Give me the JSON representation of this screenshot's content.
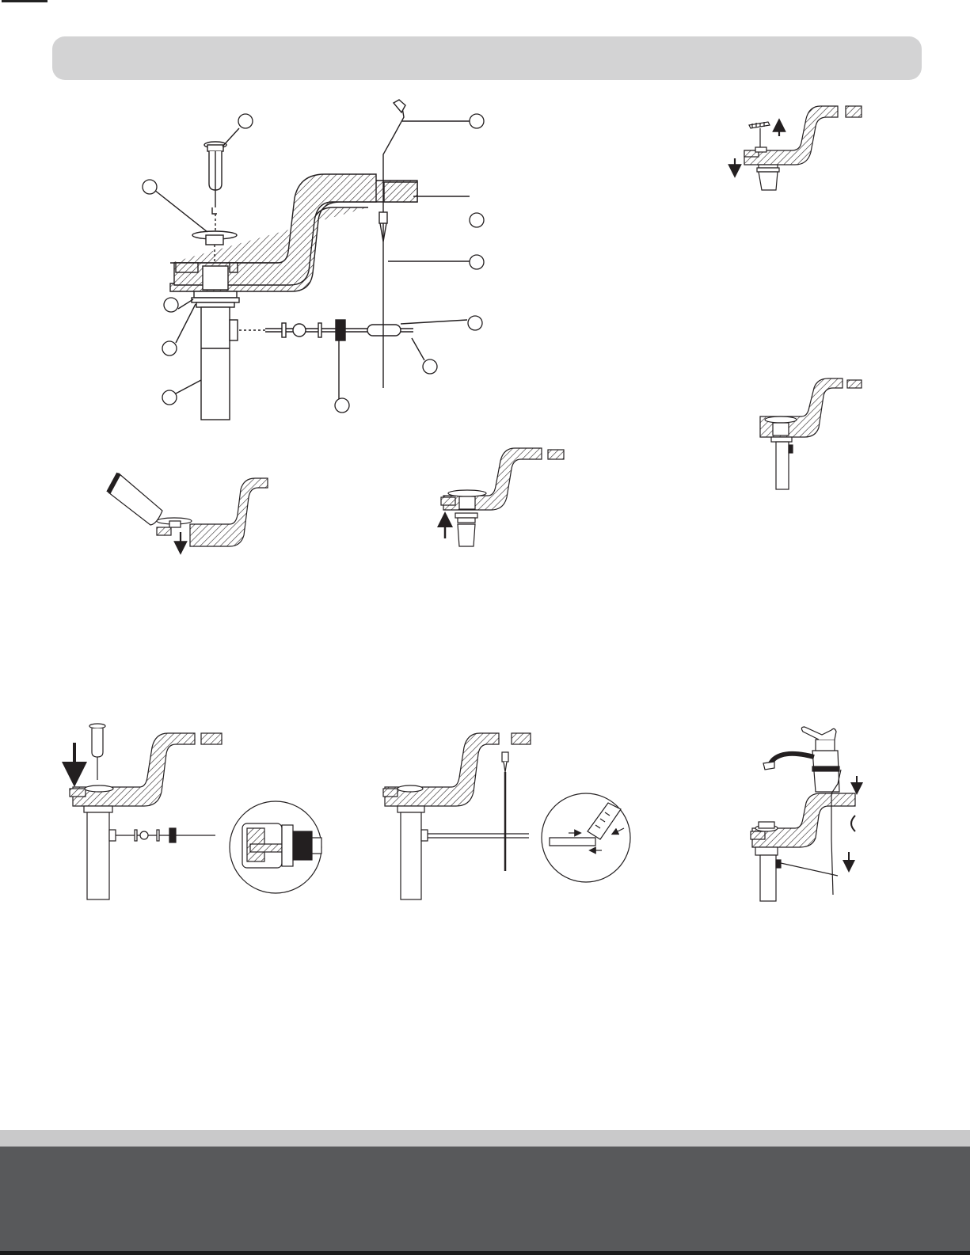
{
  "page": {
    "header_title": "",
    "footer_text": ""
  },
  "callouts": [
    "",
    "",
    "",
    "",
    "",
    "",
    "",
    "",
    "",
    "",
    ""
  ],
  "colors": {
    "header_bar": "#d3d3d4",
    "footer_light": "#c9c9ca",
    "footer_dark": "#58595b",
    "line": "#231f20"
  },
  "figures": [
    {
      "id": "exploded-assembly",
      "icon": "drain-assembly-icon"
    },
    {
      "id": "top-right-step",
      "icon": "flange-install-icon"
    },
    {
      "id": "sealant-step",
      "icon": "sealant-tube-icon"
    },
    {
      "id": "tighten-step",
      "icon": "gasket-up-icon"
    },
    {
      "id": "assembled-step",
      "icon": "drain-body-icon"
    },
    {
      "id": "pivot-rod-step",
      "icon": "pivot-rod-icon"
    },
    {
      "id": "clip-step",
      "icon": "strap-clip-icon"
    },
    {
      "id": "faucet-step",
      "icon": "faucet-icon"
    }
  ]
}
